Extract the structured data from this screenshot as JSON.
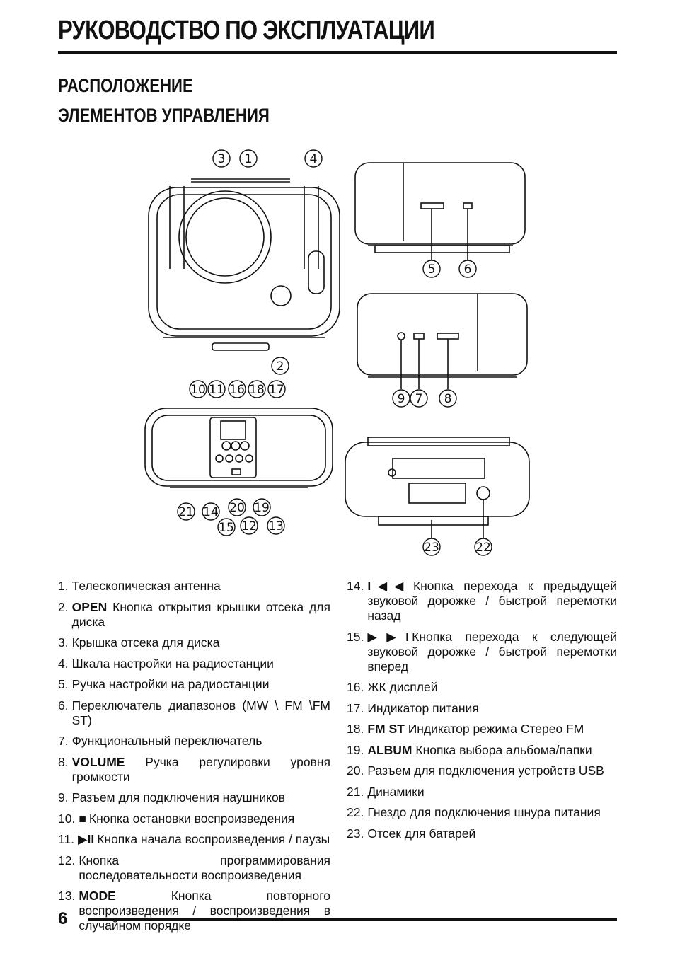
{
  "page_title": "РУКОВОДСТВО ПО ЭКСПЛУАТАЦИИ",
  "section_title_1": "РАСПОЛОЖЕНИЕ",
  "section_title_2": "ЭЛЕМЕНТОВ УПРАВЛЕНИЯ",
  "callouts": [
    "1",
    "2",
    "3",
    "4",
    "5",
    "6",
    "7",
    "8",
    "9",
    "10",
    "11",
    "12",
    "13",
    "14",
    "15",
    "16",
    "17",
    "18",
    "19",
    "20",
    "21",
    "22",
    "23"
  ],
  "items_left": [
    {
      "num": "1.",
      "sym": "",
      "kw": "",
      "text": "Телескопическая антенна"
    },
    {
      "num": "2.",
      "sym": "",
      "kw": "OPEN",
      "text": "Кнопка открытия крышки отсека для диска"
    },
    {
      "num": "3.",
      "sym": "",
      "kw": "",
      "text": "Крышка отсека для диска"
    },
    {
      "num": "4.",
      "sym": "",
      "kw": "",
      "text": "Шкала настройки на радиостанции"
    },
    {
      "num": "5.",
      "sym": "",
      "kw": "",
      "text": "Ручка настройки на радиостанции"
    },
    {
      "num": "6.",
      "sym": "",
      "kw": "",
      "text": "Переключатель диапазонов (MW \\ FM \\FM ST)"
    },
    {
      "num": "7.",
      "sym": "",
      "kw": "",
      "text": "Функциональный переключатель"
    },
    {
      "num": "8.",
      "sym": "",
      "kw": "VOLUME",
      "text": "Ручка регулировки уровня громкости"
    },
    {
      "num": "9.",
      "sym": "",
      "kw": "",
      "text": "Разъем для подключения наушников"
    },
    {
      "num": "10.",
      "sym": "■",
      "kw": "",
      "text": "Кнопка остановки воспроизведения"
    },
    {
      "num": "11.",
      "sym": "▶II",
      "kw": "",
      "text": "Кнопка начала воспроизведения / паузы"
    },
    {
      "num": "12.",
      "sym": "",
      "kw": "",
      "text": "Кнопка программирования последовательности воспроизведения"
    },
    {
      "num": "13.",
      "sym": "",
      "kw": "MODE",
      "text": "Кнопка повторного воспроизведения / воспроизведения в случайном порядке"
    }
  ],
  "items_right": [
    {
      "num": "14.",
      "sym": "I◀◀",
      "kw": "",
      "text": "Кнопка перехода к предыдущей звуковой дорожке / быстрой перемотки назад"
    },
    {
      "num": "15.",
      "sym": "▶▶I",
      "kw": "",
      "text": "Кнопка перехода к следующей звуковой дорожке / быстрой перемотки вперед"
    },
    {
      "num": "16.",
      "sym": "",
      "kw": "",
      "text": "ЖК дисплей"
    },
    {
      "num": "17.",
      "sym": "",
      "kw": "",
      "text": "Индикатор питания"
    },
    {
      "num": "18.",
      "sym": "",
      "kw": "FM ST",
      "text": "Индикатор режима Стерео FM"
    },
    {
      "num": "19.",
      "sym": "",
      "kw": "ALBUM",
      "text": "Кнопка выбора альбома/папки"
    },
    {
      "num": "20.",
      "sym": "",
      "kw": "",
      "text": "Разъем для подключения устройств USB"
    },
    {
      "num": "21.",
      "sym": "",
      "kw": "",
      "text": "Динамики"
    },
    {
      "num": "22.",
      "sym": "",
      "kw": "",
      "text": "Гнездо для подключения шнура питания"
    },
    {
      "num": "23.",
      "sym": "",
      "kw": "",
      "text": "Отсек для батарей"
    }
  ],
  "page_number": "6"
}
